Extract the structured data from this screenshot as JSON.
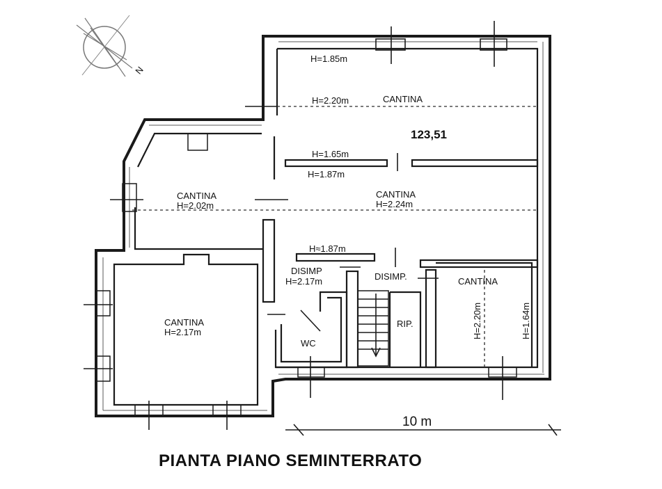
{
  "plan": {
    "title": "PIANTA PIANO SEMINTERRATO",
    "scale": "10 m",
    "area": "123,51",
    "compass_north": "N",
    "labels": {
      "h_top": "H=1.85m",
      "h_220": "H=2.20m",
      "cantina_top": "CANTINA",
      "h_165": "H=1.65m",
      "h_187_upper": "H=1.87m",
      "cantina_left_mid": "CANTINA",
      "h_202": "H=2.02m",
      "cantina_right_mid": "CANTINA",
      "h_224": "H=2.24m",
      "h_187_lower": "H≈1.87m",
      "disimp_left": "DISIMP",
      "h_217_disimp": "H=2.17m",
      "disimp_right": "DISIMP.",
      "cantina_right": "CANTINA",
      "cantina_left_low": "CANTINA",
      "h_217_low": "H=2.17m",
      "wc": "WC",
      "rip": "RIP.",
      "h_220_vert": "H=2.20m",
      "h_164_vert": "H=1.64m"
    }
  }
}
